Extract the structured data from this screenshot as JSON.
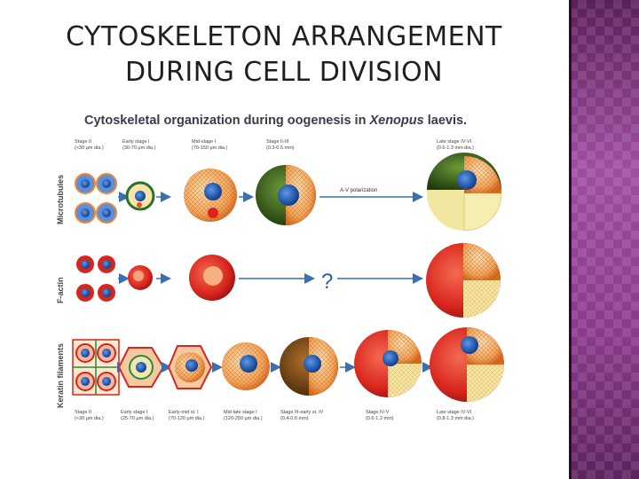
{
  "slide": {
    "title_line1": "CYTOSKELETON ARRANGEMENT",
    "title_line2": "DURING CELL DIVISION"
  },
  "figure": {
    "title_prefix": "Cytoskeletal organization during oogenesis in ",
    "title_italic": "Xenopus",
    "title_suffix": " laevis.",
    "rows": [
      "Microtubules",
      "F-actin",
      "Keratin filaments"
    ],
    "annotation_av": "A-V polarization",
    "annotation_q": "?",
    "top_stages": [
      {
        "name": "Stage 0",
        "size": "(<30 µm dia.)"
      },
      {
        "name": "Early stage I",
        "size": "(30-70 µm dia.)"
      },
      {
        "name": "Mid-stage I",
        "size": "(70-150 µm dia.)"
      },
      {
        "name": "Stage II-III",
        "size": "(0.3-0.5 mm)"
      },
      {
        "name": "Late stage IV-VI",
        "size": "(0.6-1.3 mm dia.)"
      }
    ],
    "bottom_stages": [
      {
        "name": "Stage 0",
        "size": "(<30 µm dia.)"
      },
      {
        "name": "Early stage I",
        "size": "(25-70 µm dia.)"
      },
      {
        "name": "Early-mid st. I",
        "size": "(70-120 µm dia.)"
      },
      {
        "name": "Mid-late stage I",
        "size": "(120-250 µm dia.)"
      },
      {
        "name": "Stage III-early st. IV",
        "size": "(0.4-0.6 mm)"
      },
      {
        "name": "Stage IV-V",
        "size": "(0.6-1.2 mm)"
      },
      {
        "name": "Late stage IV-VI",
        "size": "(0.8-1.3 mm dia.)"
      }
    ]
  },
  "colors": {
    "sidebar": "#7b2e7a",
    "nucleus": "#1e5cb8",
    "cell_orange": "#e98a3a",
    "cell_red": "#d8261e",
    "vegetal_green": "#3c6b1f",
    "arrow": "#3a6fb0"
  }
}
